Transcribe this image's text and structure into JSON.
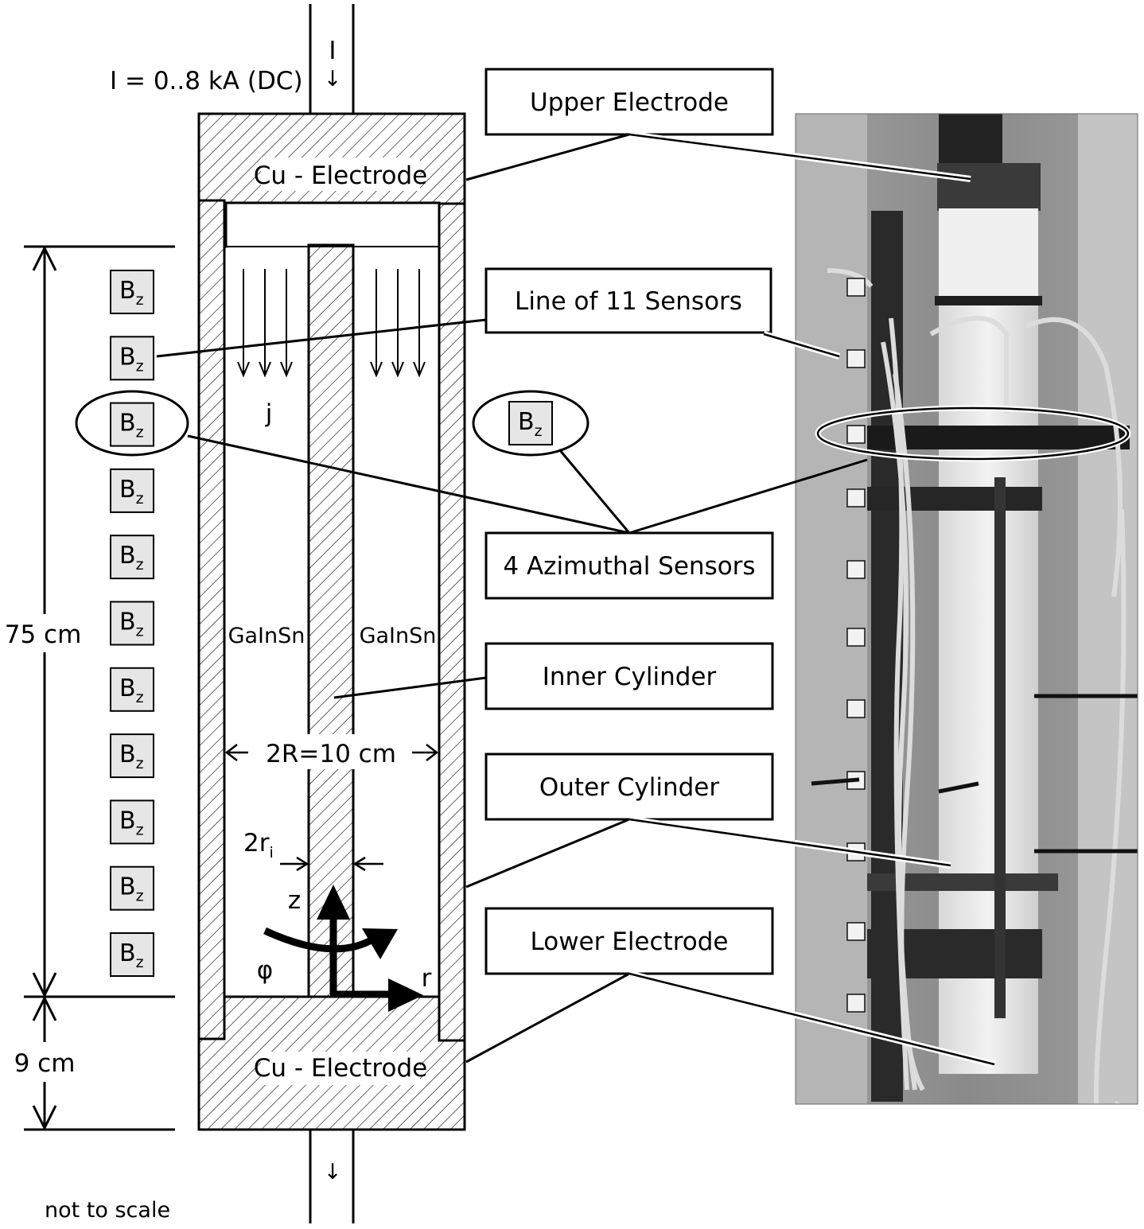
{
  "current": {
    "label": "I = 0..8 kA (DC)",
    "symbol": "I",
    "arrow_in": "↓",
    "arrow_out": "↓"
  },
  "electrode_top": "Cu - Electrode",
  "electrode_bottom": "Cu - Electrode",
  "current_density": "j",
  "fluid_left": "GaInSn",
  "fluid_right": "GaInSn",
  "radius_label": "2R=10 cm",
  "inner_radius": {
    "main": "2r",
    "sub": "i"
  },
  "coords": {
    "z": "z",
    "phi": "φ",
    "r": "r"
  },
  "height_main": "75 cm",
  "height_bottom": "9 cm",
  "sensor": {
    "main": "B",
    "sub": "z"
  },
  "sensor_count_left": 11,
  "footnote": "not to scale",
  "callouts": {
    "upper_electrode": "Upper Electrode",
    "line_sensors": "Line of 11 Sensors",
    "azimuthal_sensors": "4 Azimuthal Sensors",
    "inner_cylinder": "Inner Cylinder",
    "outer_cylinder": "Outer Cylinder",
    "lower_electrode": "Lower Electrode"
  },
  "colors": {
    "sensor_fill": "#e6e6e6",
    "photo_bg": "#8c8c8c",
    "line": "#000000"
  }
}
